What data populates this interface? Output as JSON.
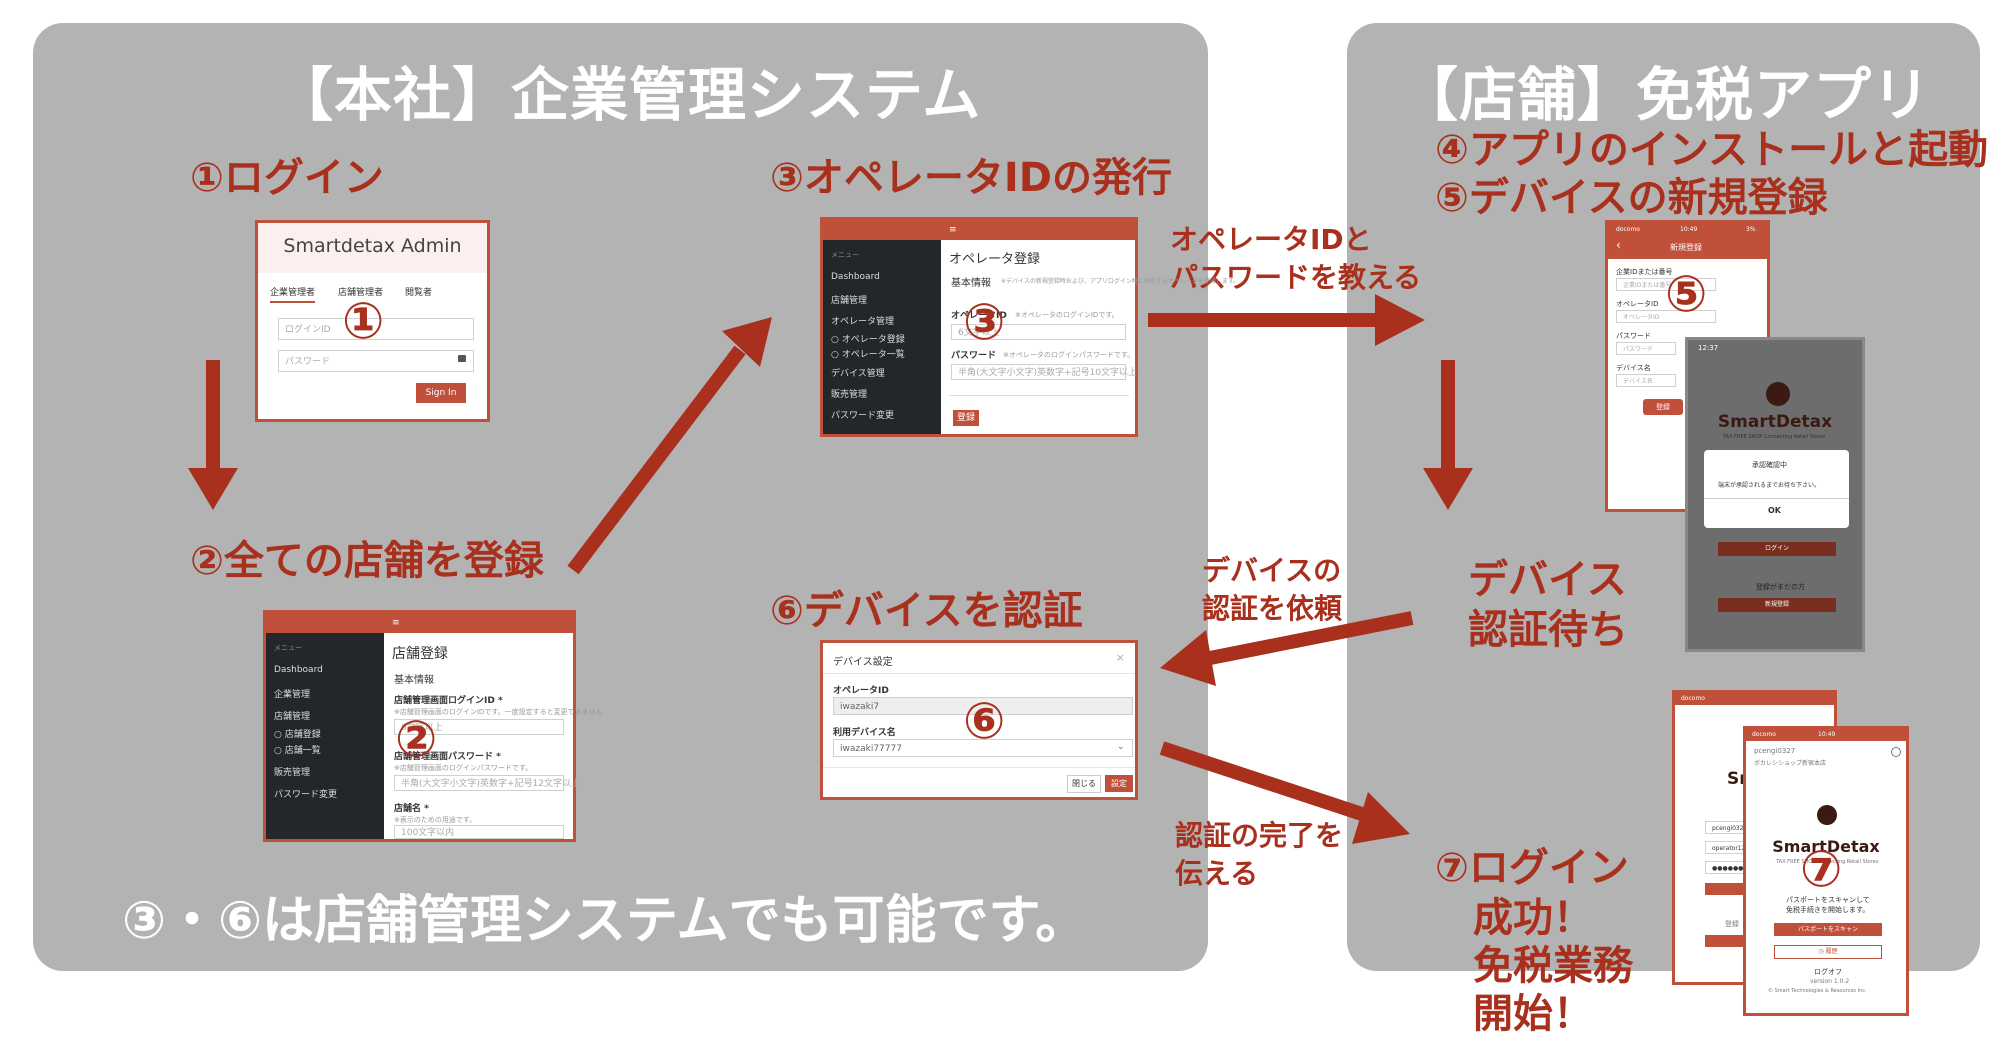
{
  "panels": {
    "left_title": "【本社】企業管理システム",
    "right_title": "【店舗】免税アプリ",
    "left_note": "③・⑥は店舗管理システムでも可能です。"
  },
  "steps": {
    "s1": "①ログイン",
    "s2": "②全ての店舗を登録",
    "s3": "③オペレータIDの発行",
    "s4": "④アプリのインストールと起動",
    "s5": "⑤デバイスの新規登録",
    "s6": "⑥デバイスを認証",
    "s7_line1": "⑦ログイン",
    "s7_line2": "成功！",
    "s7_line3": "免税業務",
    "s7_line4": "開始！",
    "waiting_line1": "デバイス",
    "waiting_line2": "認証待ち"
  },
  "arrow_labels": {
    "tell_line1": "オペレータIDと",
    "tell_line2": "パスワードを教える",
    "request_line1": "デバイスの",
    "request_line2": "認証を依頼",
    "complete_line1": "認証の完了を",
    "complete_line2": "伝える"
  },
  "shot_numbers": [
    "①",
    "②",
    "③",
    "⑤",
    "⑥",
    "⑦"
  ],
  "login_shot": {
    "title": "Smartdetax Admin",
    "tabs": [
      "企業管理者",
      "店舗管理者",
      "閲覧者"
    ],
    "id_placeholder": "ログインID",
    "pw_placeholder": "パスワード",
    "signin": "Sign In"
  },
  "store_shot": {
    "menu_label": "メニュー",
    "side": [
      "Dashboard",
      "企業管理",
      "店舗管理",
      "○ 店舗登録",
      "○ 店舗一覧",
      "販売管理",
      "パスワード変更"
    ],
    "title": "店舗登録",
    "section": "基本情報",
    "f1_label": "店舗管理画面ログインID *",
    "f1_hint": "※店舗管理画面のログインIDです。一度設定すると変更できません",
    "f1_ph": "6文字以上",
    "f2_label": "店舗管理画面パスワード *",
    "f2_hint": "※店舗管理画面のログインパスワードです。",
    "f2_ph": "半角(大文字小文字)英数字+記号12文字以上",
    "f3_label": "店舗名 *",
    "f3_hint": "※表示のための用途です。",
    "f3_ph": "100文字以内"
  },
  "operator_shot": {
    "menu_label": "メニュー",
    "side": [
      "Dashboard",
      "店舗管理",
      "オペレータ管理",
      "○ オペレータ登録",
      "○ オペレータ一覧",
      "デバイス管理",
      "販売管理",
      "パスワード変更"
    ],
    "title": "オペレータ登録",
    "section": "基本情報",
    "section_hint": "※デバイスの新規登録時および、アプリログイン時に使用するオペレータを登録します。",
    "f1_label": "オペレータID",
    "f1_hint": "※オペレータのログインIDです。",
    "f1_ph": "6文字以上",
    "f2_label": "パスワード",
    "f2_hint": "※オペレータのログインパスワードです。",
    "f2_ph": "半角(大文字小文字)英数字+記号10文字以上",
    "submit": "登録"
  },
  "device_shot": {
    "title": "デバイス設定",
    "close": "×",
    "op_label": "オペレータID",
    "op_value": "iwazaki7",
    "dev_label": "利用デバイス名",
    "dev_value": "iwazaki77777",
    "btn_close": "閉じる",
    "btn_set": "設定"
  },
  "phone5a": {
    "status_left": "docomo",
    "status_time": "10:49",
    "status_right": "3%",
    "header": "新規登録",
    "f1": "企業IDまたは番号",
    "f1_ph": "企業IDまたは番号",
    "f2": "オペレータID",
    "f2_ph": "オペレータID",
    "f3": "パスワード",
    "f3_ph": "パスワード",
    "f4": "デバイス名",
    "f4_ph": "デバイス名",
    "btn": "登録"
  },
  "phone5b": {
    "time": "12:37",
    "brand": "SmartDetax",
    "tagline": "TAX FREE SHOP Connecting Retail Stores",
    "dialog_title": "承認確認中",
    "dialog_body": "端末が承認されるまでお待ち下さい。",
    "ok": "OK",
    "login_btn": "ログイン",
    "unregistered": "登録がまだの方",
    "new_reg": "新規登録"
  },
  "phone7a": {
    "status_left": "docomo",
    "brand_partial": "Smar",
    "v1": "pcengi0327",
    "v2": "operator123",
    "v3": "●●●●●●●●●",
    "partial": "登録"
  },
  "phone7b": {
    "status_left": "docomo",
    "status_time": "10:49",
    "account": "pcengi0327",
    "account_sub": "ボカレシショップ新宿本店",
    "brand": "SmartDetax",
    "tagline": "TAX FREE SHOP Connecting Retail Stores",
    "msg1": "パスポートをスキャンして",
    "msg2": "免税手続きを開始します。",
    "scan_btn": "パスポートをスキャン",
    "history_btn": "◷ 履歴",
    "logoff": "ログオフ",
    "version": "version 1.0.2",
    "copyright": "© Smart Technologies & Resources Inc."
  },
  "colors": {
    "panel": "#b3b3b3",
    "accent": "#a8301d",
    "arrow": "#a8301d",
    "ui_red": "#c0503a",
    "sidebar": "#23272b"
  }
}
